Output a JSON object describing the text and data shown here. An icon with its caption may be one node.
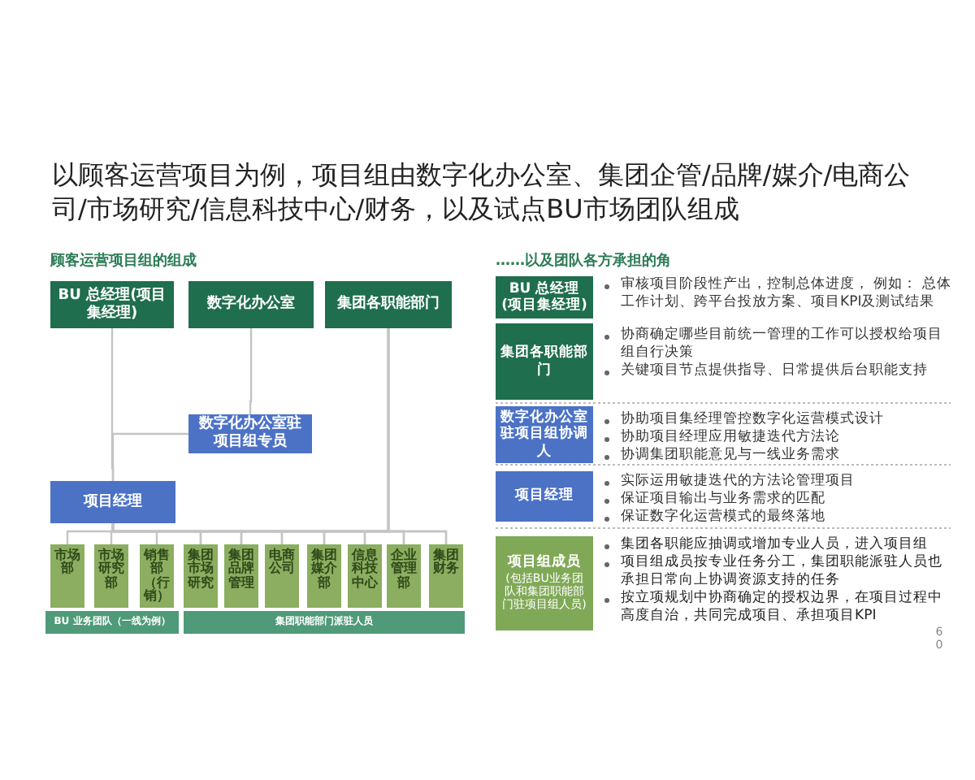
{
  "diagram": {
    "title": "以顾客运营项目为例，项目组由数字化办公室、集团企管/品牌/媒介/电商公司/市场研究/信息科技中心/财务，以及试点BU市场团队组成",
    "nodes": [
      {
        "text": [
          "BU 总经理(项目集经理)"
        ]
      },
      {
        "text": [
          "数字化办公室"
        ]
      },
      {
        "text": [
          "集团各职能部门"
        ]
      },
      {
        "text": [
          "数字化办公室驻项目组专员"
        ]
      },
      {
        "text": [
          "项目经理"
        ]
      },
      {
        "text": [
          "市场部"
        ]
      },
      {
        "text": [
          "市场研究部"
        ]
      },
      {
        "text": [
          "销售部（行销）"
        ]
      },
      {
        "text": [
          "集团市场研究"
        ]
      },
      {
        "text": [
          "集团品牌管理"
        ]
      },
      {
        "text": [
          "电商公司"
        ]
      },
      {
        "text": [
          "集团媒介部"
        ]
      },
      {
        "text": [
          "信息科技中心"
        ]
      },
      {
        "text": [
          "企业管理部"
        ]
      },
      {
        "text": [
          "集团财务"
        ]
      },
      {
        "text": [
          "BU 业务团队（一线为例）"
        ]
      },
      {
        "text": [
          "集团职能部门派驻人员"
        ]
      },
      {
        "text": [
          "BU 总经理(项目集经理)"
        ],
        "beside": [
          "审核项目阶段性产出，控制总体进度， 例如： 总体工作计划、跨平台投放方案、项目KPI及测试结果"
        ]
      },
      {
        "text": [
          "集团各职能部门"
        ],
        "beside": [
          "协商确定哪些目前统一管理的工作可以授权给项目组自行决策",
          "关键项目节点提供指导、日常提供后台职能支持"
        ]
      },
      {
        "text": [
          "数字化办公室驻项目组协调人"
        ],
        "beside": [
          "协助项目集经理管控数字化运营模式设计",
          "协助项目经理应用敏捷迭代方法论",
          "协调集团职能意见与一线业务需求"
        ]
      },
      {
        "text": [
          "项目经理"
        ],
        "beside": [
          "实际运用敏捷迭代的方法论管理项目",
          "保证项目输出与业务需求的匹配",
          "保证数字化运营模式的最终落地"
        ]
      },
      {
        "text": [
          "项目组成员",
          "(包括BU业务团队和集团职能部门驻项目组人员)"
        ],
        "beside": [
          "集团各职能应抽调或增加专业人员，进入项目组",
          "项目组成员按专业任务分工，集团职能派驻人员也承担日常向上协调资源支持的任务",
          "按立项规划中协商确定的授权边界，在项目过程中高度自治，共同完成项目、承担项目KPI"
        ]
      }
    ],
    "edges": [
      {
        "from": 0,
        "to": 4,
        "arrow": "none"
      },
      {
        "from": 1,
        "to": 3,
        "arrow": "none"
      },
      {
        "from": 3,
        "to": 4,
        "arrow": "none"
      },
      {
        "from": 4,
        "to": 5,
        "arrow": "none"
      },
      {
        "from": 4,
        "to": 6,
        "arrow": "none"
      },
      {
        "from": 4,
        "to": 7,
        "arrow": "none"
      },
      {
        "from": 4,
        "to": 8,
        "arrow": "none"
      },
      {
        "from": 4,
        "to": 9,
        "arrow": "none"
      },
      {
        "from": 4,
        "to": 10,
        "arrow": "none"
      },
      {
        "from": 4,
        "to": 11,
        "arrow": "none"
      },
      {
        "from": 4,
        "to": 12,
        "arrow": "none"
      },
      {
        "from": 4,
        "to": 13,
        "arrow": "none"
      },
      {
        "from": 4,
        "to": 14,
        "arrow": "none"
      },
      {
        "from": 2,
        "to": 8,
        "arrow": "none"
      },
      {
        "from": 2,
        "to": 9,
        "arrow": "none"
      },
      {
        "from": 2,
        "to": 10,
        "arrow": "none"
      },
      {
        "from": 2,
        "to": 11,
        "arrow": "none"
      },
      {
        "from": 2,
        "to": 12,
        "arrow": "none"
      },
      {
        "from": 2,
        "to": 13,
        "arrow": "none"
      },
      {
        "from": 2,
        "to": 14,
        "arrow": "none"
      }
    ],
    "labels": [
      "顾客运营项目组的组成",
      "……以及团队各方承担的角",
      "60"
    ]
  }
}
